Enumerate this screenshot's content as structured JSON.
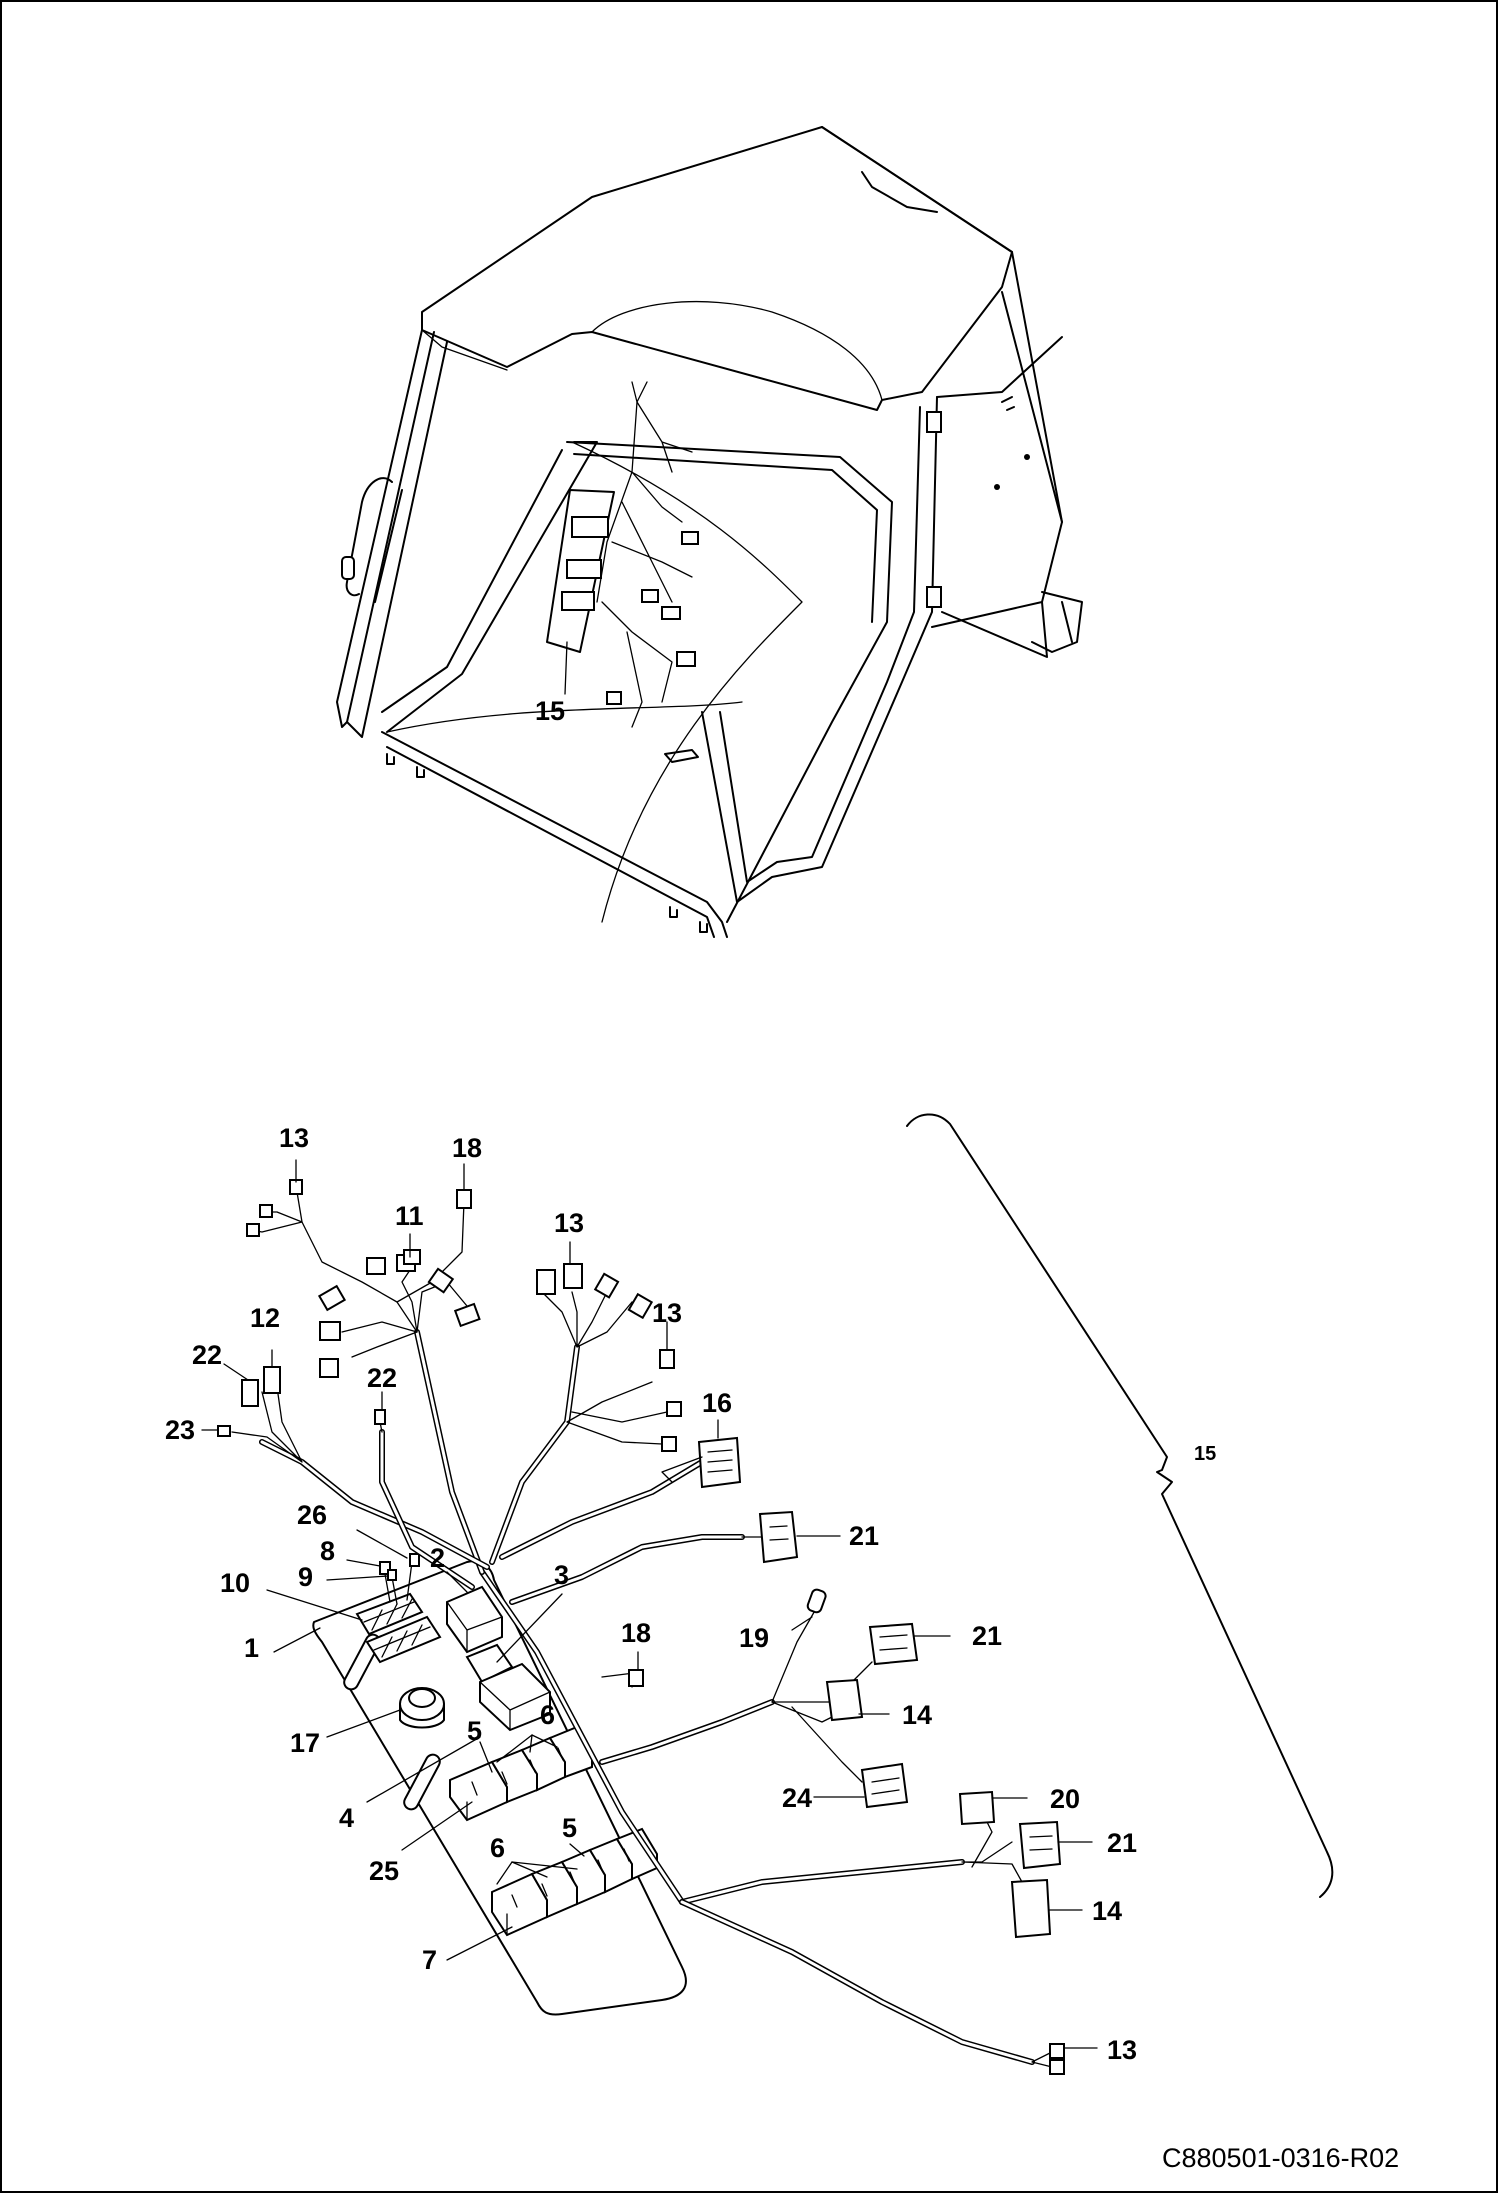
{
  "cab_view": {
    "callout": "15"
  },
  "harness_view": {
    "callouts": {
      "c13_top_left": "13",
      "c18_top": "18",
      "c11": "11",
      "c13_mid": "13",
      "c13_right": "13",
      "c12": "12",
      "c22_left": "22",
      "c22_mid": "22",
      "c23": "23",
      "c16": "16",
      "c26": "26",
      "c8": "8",
      "c9": "9",
      "c10": "10",
      "c2": "2",
      "c3": "3",
      "c21_top": "21",
      "c1": "1",
      "c18_mid": "18",
      "c19": "19",
      "c21_mid": "21",
      "c14_top": "14",
      "c17": "17",
      "c5_top": "5",
      "c6_top": "6",
      "c4": "4",
      "c24": "24",
      "c20": "20",
      "c21_bottom": "21",
      "c25": "25",
      "c5_bottom": "5",
      "c6_bottom": "6",
      "c14_bottom": "14",
      "c7": "7",
      "c13_bottom": "13"
    },
    "bracket_label": "15"
  },
  "footer": {
    "document_id": "C880501-0316-R02"
  }
}
